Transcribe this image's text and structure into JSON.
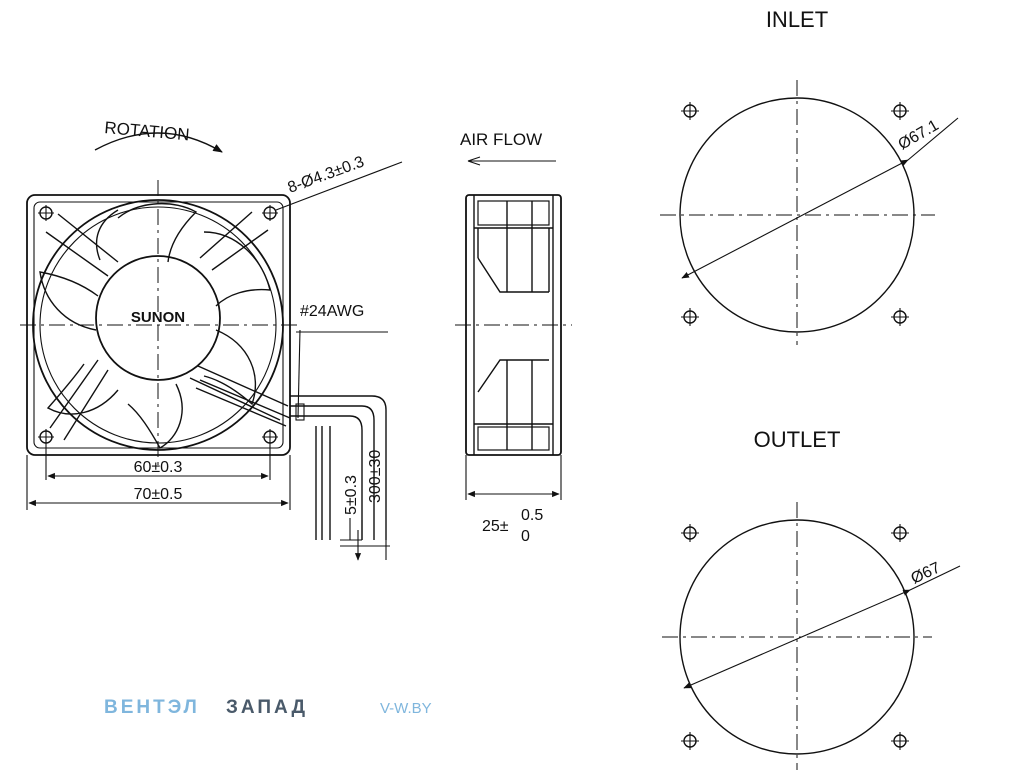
{
  "labels": {
    "rotation": "ROTATION",
    "air_flow": "AIR FLOW",
    "holes": "8-Ø4.3±0.3",
    "brand": "SUNON",
    "wire": "#24AWG",
    "dim_60": "60±0.3",
    "dim_70": "70±0.5",
    "dim_5": "5±0.3",
    "dim_300": "300±30",
    "dim_25_base": "25±",
    "dim_25_sup": "0.5",
    "dim_25_sub": "0",
    "inlet": "INLET",
    "inlet_dia": "Ø67.1",
    "outlet": "OUTLET",
    "outlet_dia": "Ø67"
  },
  "watermark": {
    "brand_part1": "ВЕНТЭЛ",
    "brand_part2": "ЗАПАД",
    "site": "V-W.BY",
    "color_light": "#7fb6dd",
    "color_dark": "#4a5a6a"
  }
}
